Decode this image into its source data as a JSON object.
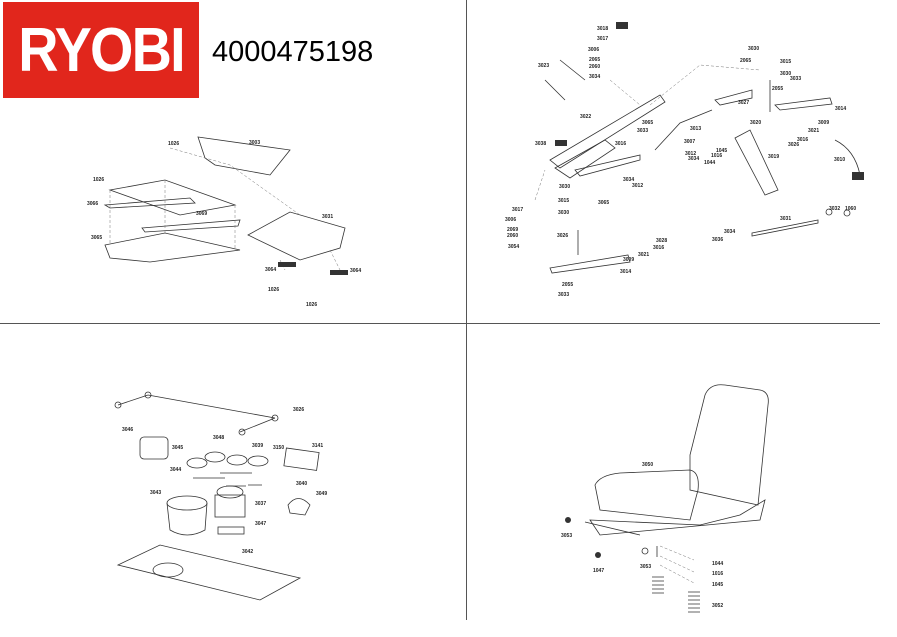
{
  "header": {
    "brand": "RYOBI",
    "part_number": "4000475198"
  },
  "panels": {
    "deck": {
      "labels": [
        "1026",
        "3003",
        "1026",
        "3066",
        "3069",
        "3065",
        "3031",
        "3064",
        "1026",
        "3064",
        "1026"
      ]
    },
    "pedals": {
      "labels": [
        "3018",
        "3017",
        "3006",
        "2065",
        "2060",
        "3034",
        "3023",
        "3030",
        "3015",
        "2065",
        "3030",
        "3033",
        "2055",
        "3014",
        "3027",
        "3022",
        "3065",
        "3033",
        "3013",
        "3016",
        "3020",
        "3009",
        "3021",
        "3016",
        "3026",
        "3038",
        "3007",
        "3012",
        "3034",
        "3019",
        "1045",
        "1016",
        "1044",
        "3010",
        "3034",
        "3012",
        "3030",
        "3015",
        "3065",
        "3030",
        "3017",
        "3006",
        "2069",
        "2060",
        "3054",
        "3026",
        "3028",
        "3016",
        "3021",
        "3009",
        "3014",
        "2055",
        "3033",
        "3031",
        "3032",
        "1060",
        "3034",
        "3036"
      ]
    },
    "dash": {
      "labels": [
        "3026",
        "3046",
        "3048",
        "3045",
        "3039",
        "3150",
        "3141",
        "3044",
        "3040",
        "3043",
        "3037",
        "3049",
        "3047",
        "3042"
      ]
    },
    "seat": {
      "labels": [
        "3050",
        "3053",
        "1047",
        "3053",
        "1044",
        "1016",
        "1045",
        "3052"
      ]
    }
  }
}
